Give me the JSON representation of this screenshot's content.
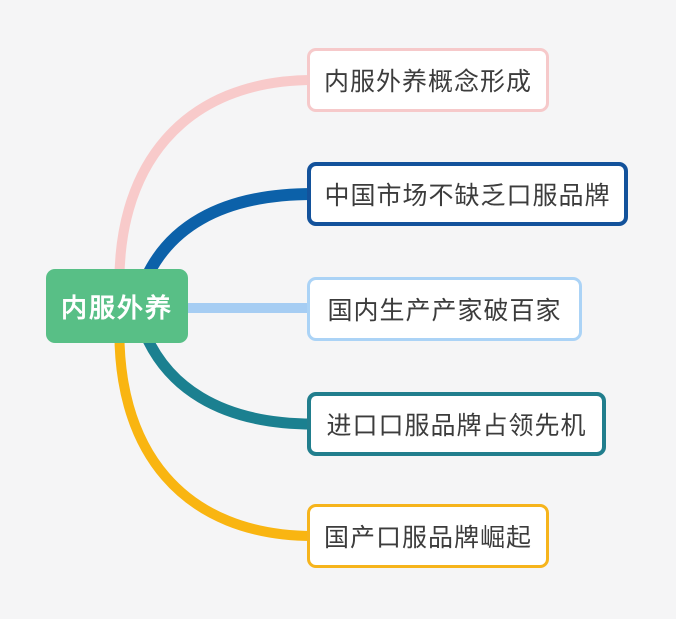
{
  "canvas": {
    "background": "#f5f5f6",
    "node_background": "#ffffff",
    "text_color": "#3c3c3c"
  },
  "root": {
    "label": "内服外养",
    "bg": "#58bf86",
    "text_color": "#ffffff"
  },
  "branches": [
    {
      "label": "内服外养概念形成",
      "line_color": "#f8caca",
      "border_color": "#f6c9ca"
    },
    {
      "label": "中国市场不缺乏口服品牌",
      "line_color": "#0c61a9",
      "border_color": "#13529b"
    },
    {
      "label": "国内生产产家破百家",
      "line_color": "#a6cdf3",
      "border_color": "#abd3f6"
    },
    {
      "label": "进口口服品牌占领先机",
      "line_color": "#1b8090",
      "border_color": "#217e8d"
    },
    {
      "label": "国产口服品牌崛起",
      "line_color": "#f9b511",
      "border_color": "#f6b41c"
    }
  ]
}
